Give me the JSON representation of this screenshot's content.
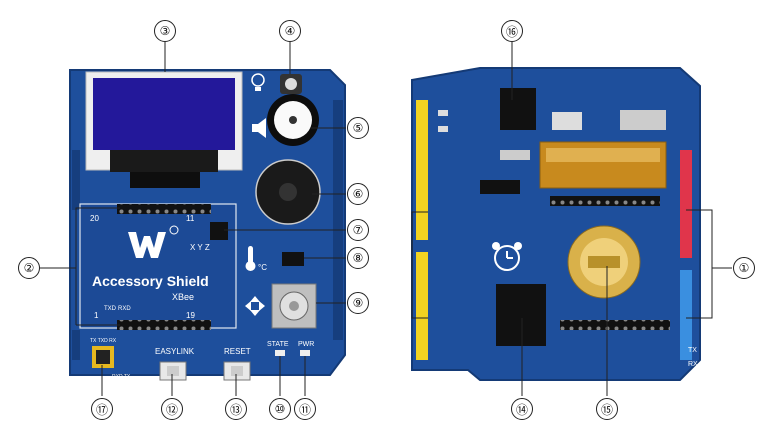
{
  "board": {
    "brand_label": "Accessory Shield",
    "xbee_label": "XBee",
    "xbee_pin_20": "20",
    "xbee_pin_11": "11",
    "xbee_pin_1": "1",
    "xbee_pin_19": "19",
    "xbee_pin_txd": "TXD",
    "xbee_pin_rxd": "RXD",
    "axes_label": "X Y Z",
    "temp_unit": "°C",
    "easylink_label": "EASYLINK",
    "reset_label": "RESET",
    "state_label": "STATE",
    "pwr_label": "PWR",
    "jumper_top": "TX TXD RX",
    "jumper_bottom": "RXD TX",
    "back_tx": "TX",
    "back_rx": "RX"
  },
  "callouts": {
    "c1": "①",
    "c2": "②",
    "c3": "③",
    "c4": "④",
    "c5": "⑤",
    "c6": "⑥",
    "c7": "⑦",
    "c8": "⑧",
    "c9": "⑨",
    "c10": "⑩",
    "c11": "⑪",
    "c12": "⑫",
    "c13": "⑬",
    "c14": "⑭",
    "c15": "⑮",
    "c16": "⑯",
    "c17": "⑰"
  },
  "colors": {
    "pcb": "#1e4f9c",
    "pcb_dark": "#163e7e",
    "header_yellow": "#f2d321",
    "header_red": "#e0354b",
    "header_blue": "#3a8fe0",
    "oled_screen": "#23189a",
    "gold": "#d9b14a"
  }
}
